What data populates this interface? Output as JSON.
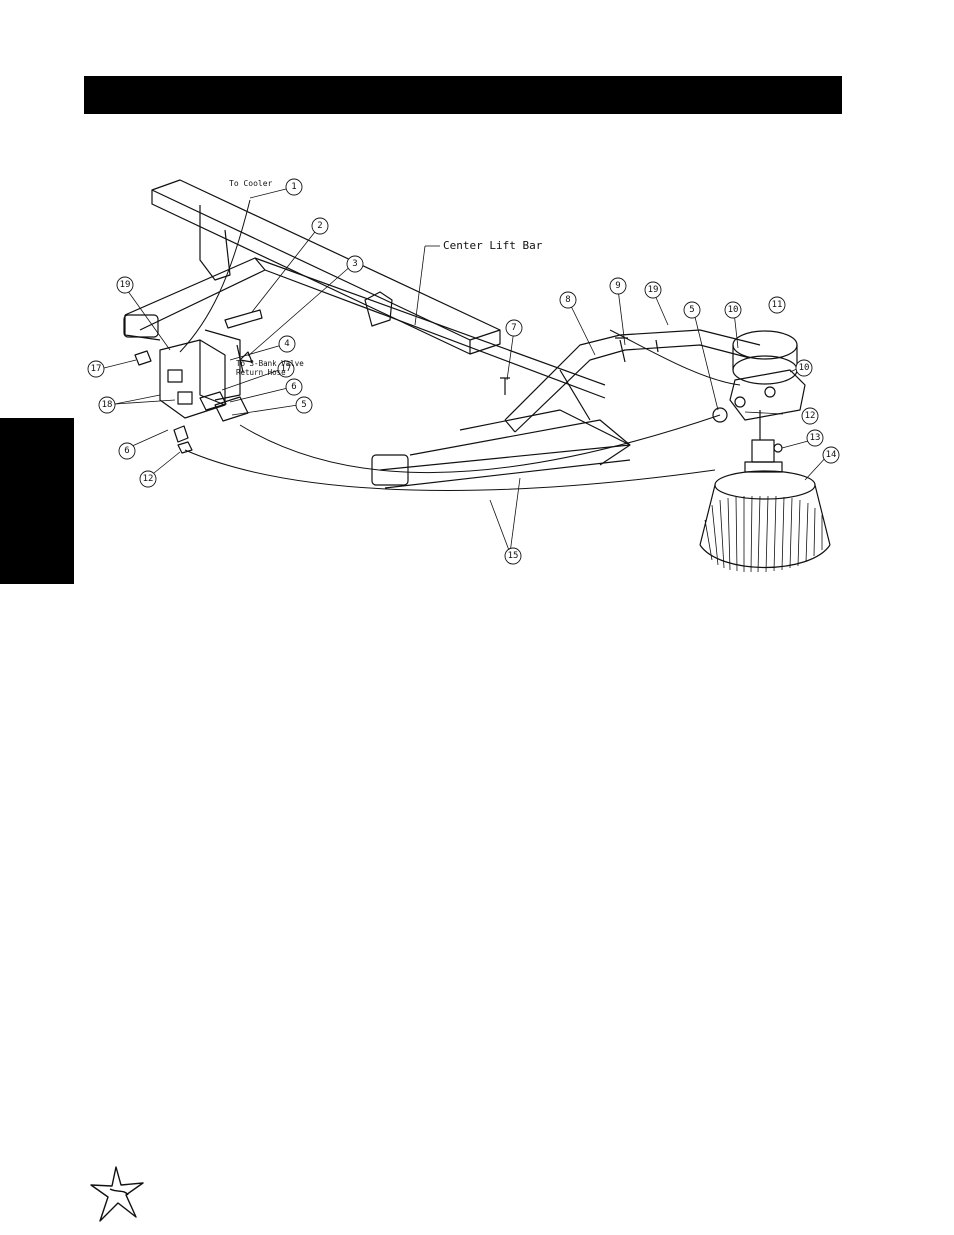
{
  "header": {
    "title": ""
  },
  "diagram": {
    "labels": {
      "to_cooler": "To Cooler",
      "center_lift_bar": "Center Lift Bar",
      "to_valve_line1": "To 3-Bank Valve",
      "to_valve_line2": "Return Hose"
    },
    "callouts": [
      "1",
      "2",
      "3",
      "4",
      "5",
      "6",
      "17",
      "19",
      "17",
      "18",
      "6",
      "12",
      "7",
      "8",
      "9",
      "19",
      "5",
      "10",
      "11",
      "10",
      "12",
      "13",
      "14",
      "15"
    ]
  }
}
